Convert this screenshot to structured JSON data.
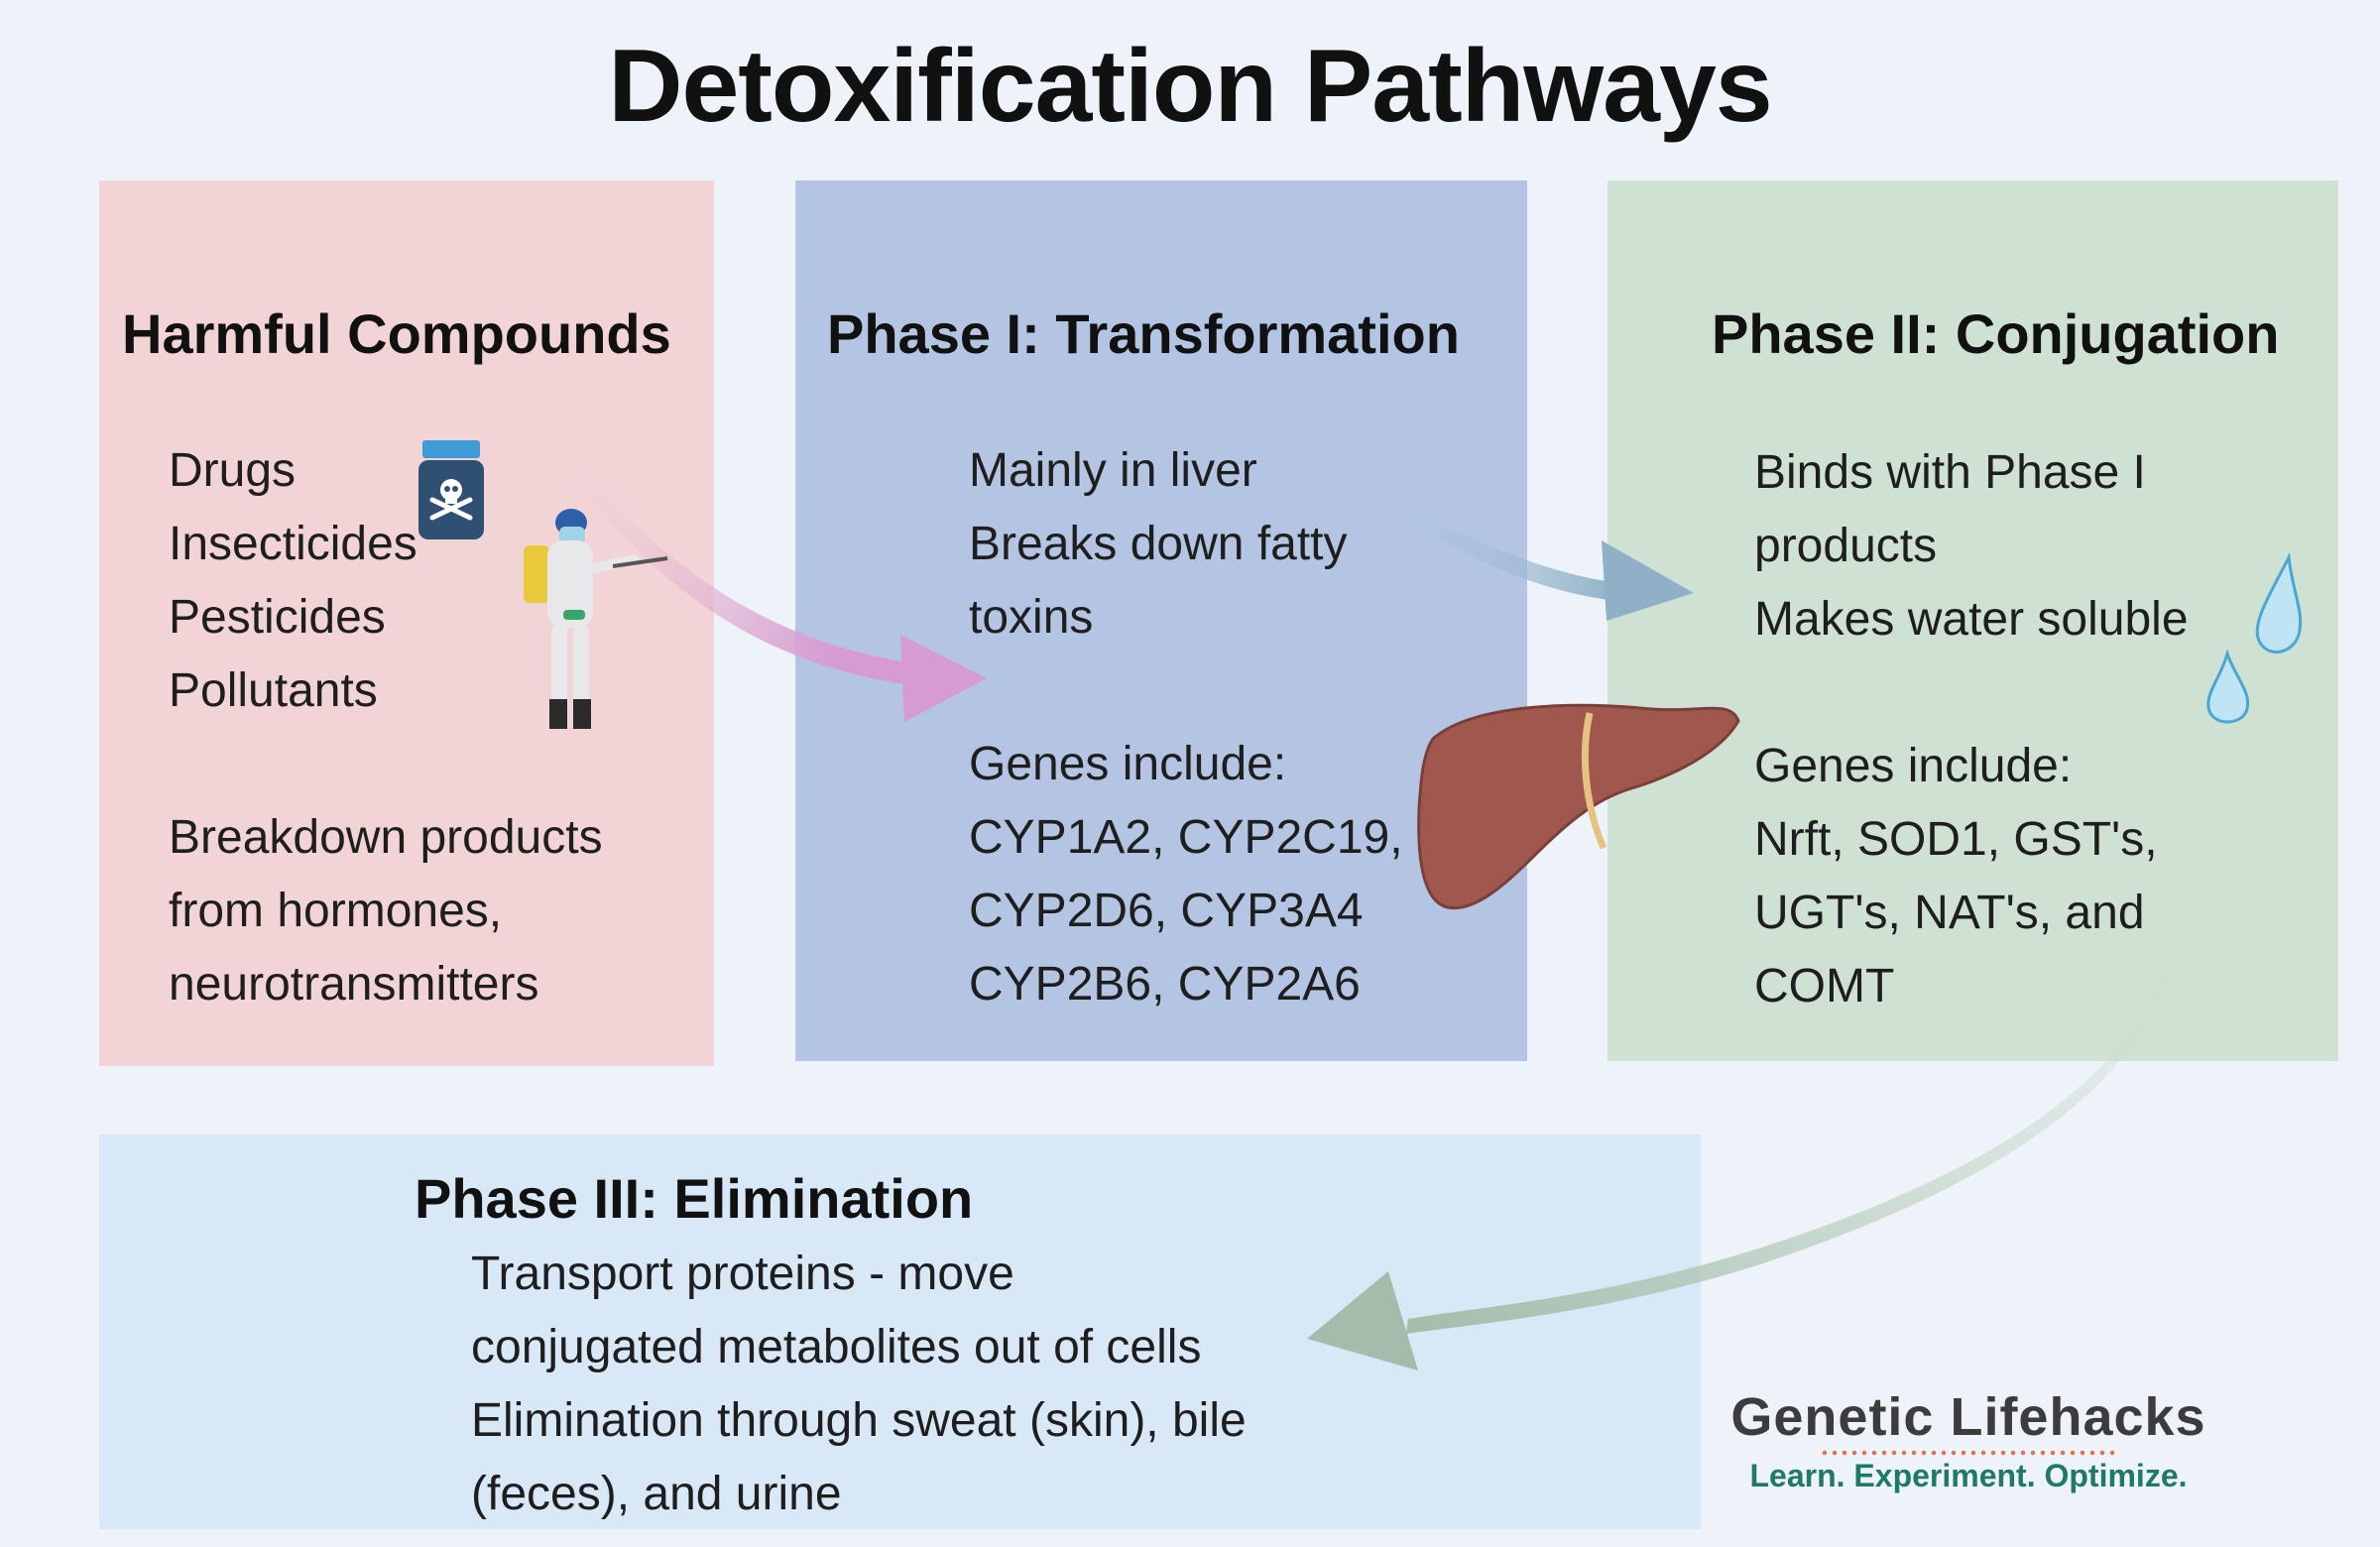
{
  "title": "Detoxification Pathways",
  "harmful": {
    "heading": "Harmful Compounds",
    "items": [
      "Drugs",
      "Insecticides",
      "Pesticides",
      "Pollutants"
    ],
    "extra": [
      "Breakdown products",
      "from hormones,",
      "neurotransmitters"
    ]
  },
  "phase1": {
    "heading": "Phase I: Transformation",
    "lines": [
      "Mainly in liver",
      "Breaks down fatty",
      "toxins"
    ],
    "genes": [
      "Genes include:",
      "CYP1A2, CYP2C19,",
      "CYP2D6, CYP3A4",
      "CYP2B6, CYP2A6"
    ]
  },
  "phase2": {
    "heading": "Phase II: Conjugation",
    "lines": [
      "Binds with Phase I",
      "products",
      "Makes water soluble"
    ],
    "genes": [
      "Genes include:",
      "Nrft, SOD1, GST's,",
      "UGT's, NAT's, and",
      "COMT"
    ]
  },
  "phase3": {
    "heading": "Phase III: Elimination",
    "lines": [
      "Transport proteins - move",
      "conjugated metabolites out of cells",
      "Elimination through sweat (skin), bile",
      "(feces), and urine"
    ]
  },
  "brand": {
    "name": "Genetic Lifehacks",
    "tagline": "Learn. Experiment. Optimize."
  },
  "colors": {
    "harmful_bg": "#f2d4d6",
    "phase1_bg": "#b3c5e3",
    "phase2_bg": "#cfe1d2",
    "phase3_bg": "#d9e8f6",
    "arrow1": "#d69bd0",
    "arrow2": "#8fb0c6",
    "arrow3": "#a4bcaa",
    "liver": "#a0584e",
    "brand_tagline": "#1f7a64"
  },
  "icons": [
    "poison-bottle-icon",
    "sprayer-person-icon",
    "liver-icon",
    "water-drop-icon"
  ]
}
